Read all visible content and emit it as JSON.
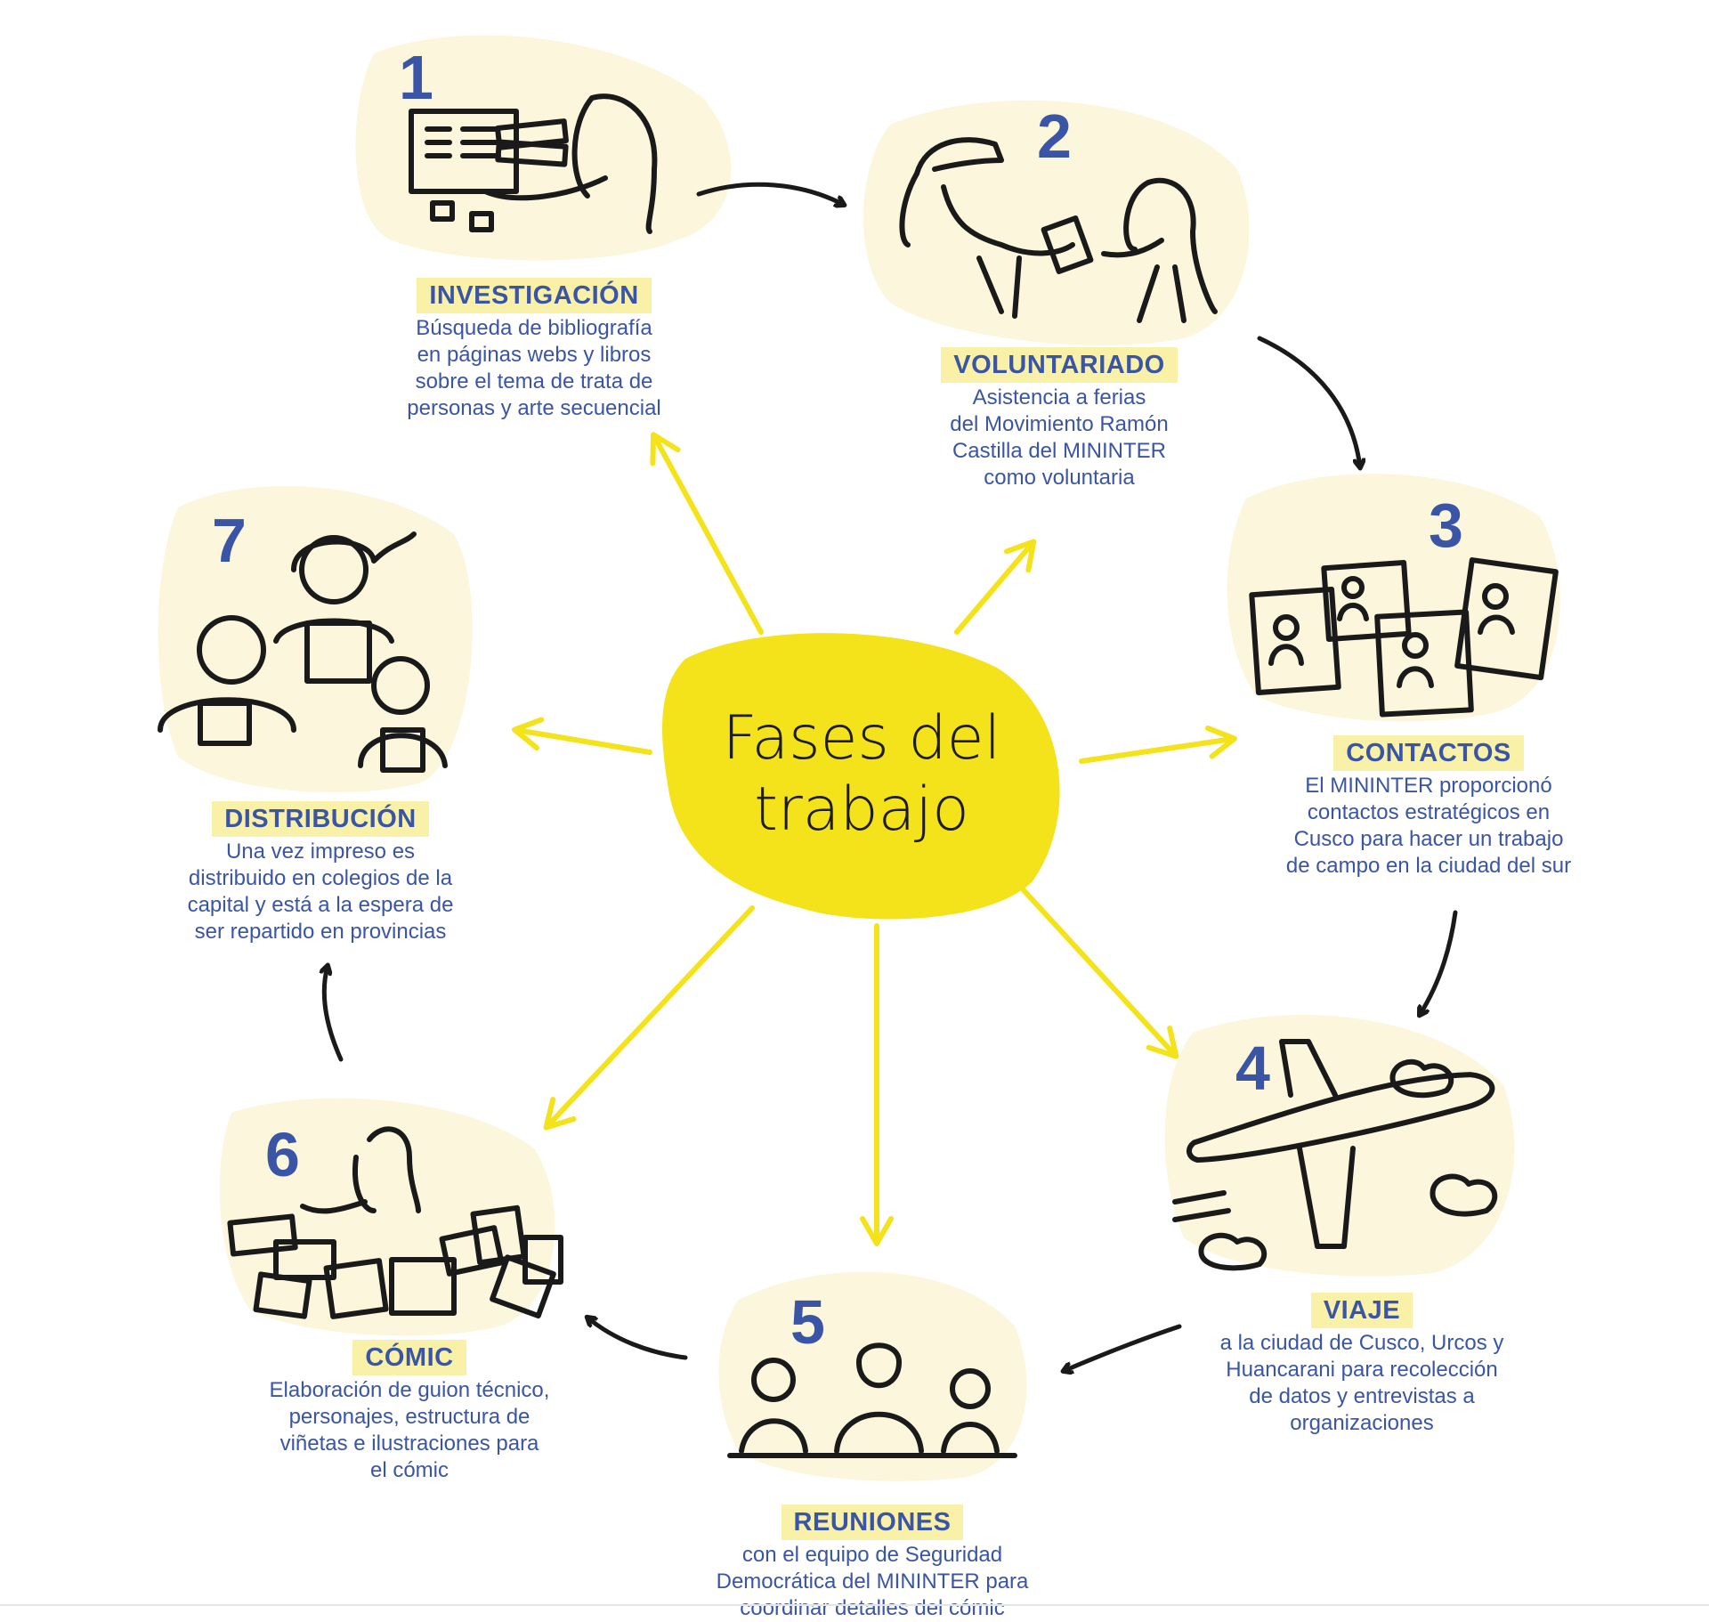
{
  "center": {
    "line1": "Fases del",
    "line2": "trabajo"
  },
  "phases": [
    {
      "number": "1",
      "title": "INVESTIGACIÓN",
      "description": "Búsqueda de bibliografía\nen páginas webs y libros\nsobre el tema de trata de\npersonas y arte secuencial"
    },
    {
      "number": "2",
      "title": "VOLUNTARIADO",
      "description": "Asistencia a ferias\ndel Movimiento Ramón\nCastilla del MININTER\ncomo voluntaria"
    },
    {
      "number": "3",
      "title": "CONTACTOS",
      "description": "El MININTER proporcionó\ncontactos estratégicos en\nCusco para hacer un trabajo\nde campo en la ciudad del sur"
    },
    {
      "number": "4",
      "title": "VIAJE",
      "description": "a la ciudad de Cusco, Urcos y\nHuancarani para recolección\nde datos y entrevistas a\norganizaciones"
    },
    {
      "number": "5",
      "title": "REUNIONES",
      "description": "con el equipo de Seguridad\nDemocrática del MININTER para\ncoordinar detalles del cómic"
    },
    {
      "number": "6",
      "title": "CÓMIC",
      "description": "Elaboración de guion técnico,\npersonajes, estructura de\nviñetas e ilustraciones para\nel cómic"
    },
    {
      "number": "7",
      "title": "DISTRIBUCIÓN",
      "description": "Una vez impreso es\ndistribuido en colegios de la\ncapital y está a la espera de\nser repartido en provincias"
    }
  ],
  "colors": {
    "accent_yellow": "#f4e21a",
    "blob_cream": "#fbf6dc",
    "title_blue": "#3a55a6",
    "highlight": "#f9f1a8",
    "ink": "#1a1a1a"
  },
  "icons": [
    "person-at-computer-icon",
    "handshake-flyer-icon",
    "contact-cards-icon",
    "airplane-icon",
    "meeting-people-icon",
    "comic-panels-icon",
    "children-reading-icon"
  ]
}
